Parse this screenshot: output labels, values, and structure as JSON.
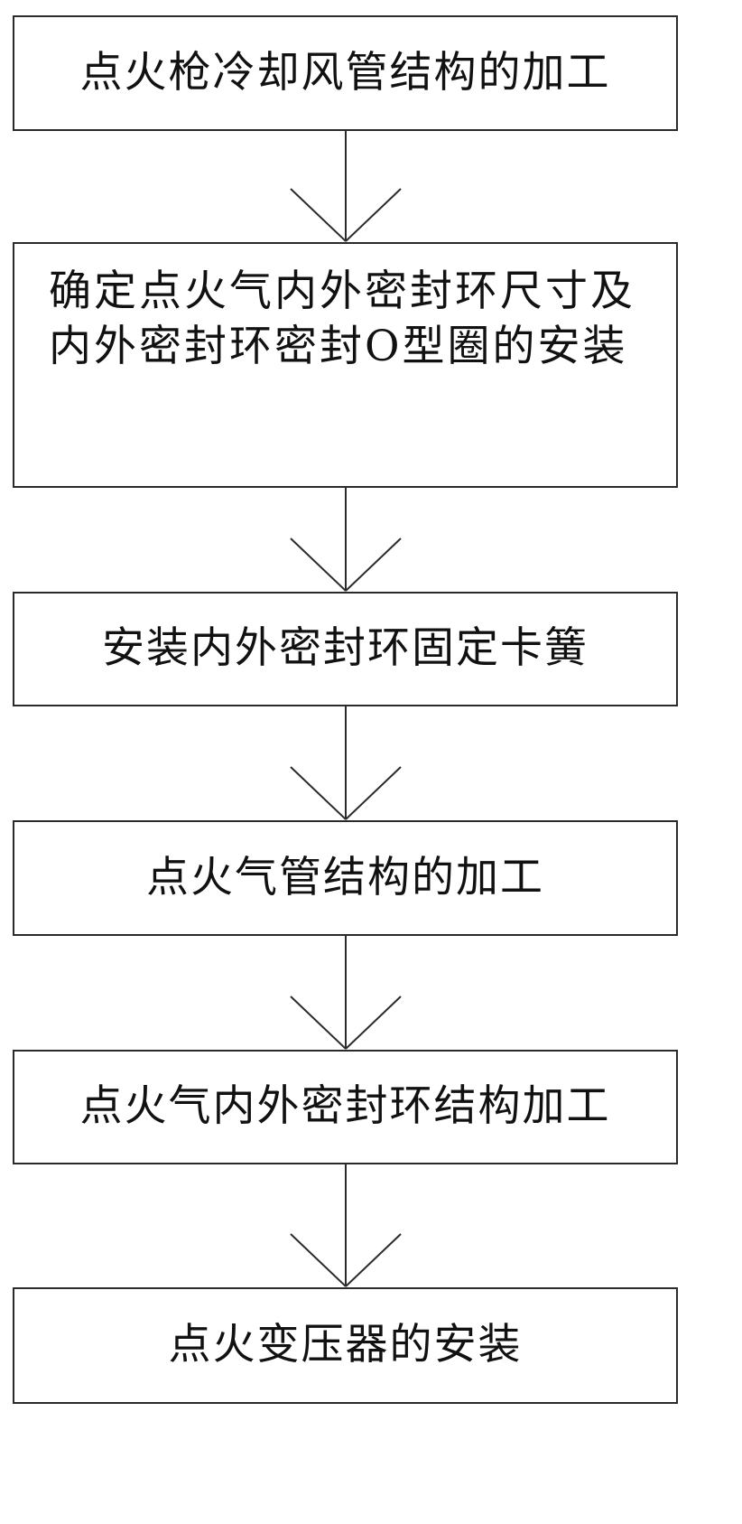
{
  "steps": [
    {
      "label": "点火枪冷却风管结构的加工"
    },
    {
      "label": "确定点火气内外密封环尺寸及内外密封环密封O型圈的安装"
    },
    {
      "label": "安装内外密封环固定卡簧"
    },
    {
      "label": "点火气管结构的加工"
    },
    {
      "label": "点火气内外密封环结构加工"
    },
    {
      "label": "点火变压器的安装"
    }
  ]
}
